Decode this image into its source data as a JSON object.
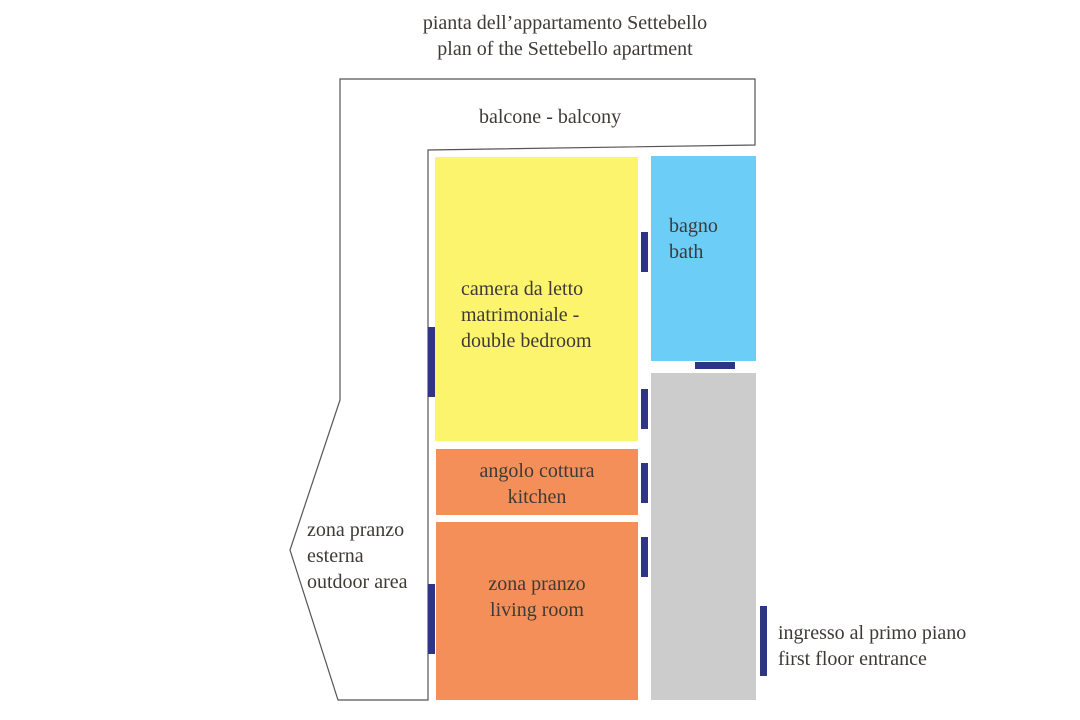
{
  "title": {
    "line1": "pianta dell’appartamento Settebello",
    "line2": "plan of the Settebello apartment"
  },
  "rooms": {
    "balcony": {
      "label": "balcone - balcony"
    },
    "bedroom": {
      "line1": "camera da letto",
      "line2": "matrimoniale -",
      "line3": "double bedroom",
      "color": "#fdf46e"
    },
    "bath": {
      "line1": "bagno",
      "line2": "bath",
      "color": "#6ccdf6"
    },
    "kitchen": {
      "line1": "angolo cottura",
      "line2": "kitchen",
      "color": "#f48f59"
    },
    "living": {
      "line1": "zona pranzo",
      "line2": "living room",
      "color": "#f48f59"
    },
    "hall": {
      "color": "#cccccc"
    },
    "outdoor": {
      "line1": "zona pranzo",
      "line2": "esterna",
      "line3": "outdoor area"
    },
    "entrance": {
      "line1": "ingresso al primo piano",
      "line2": "first floor entrance"
    }
  },
  "colors": {
    "door": "#2e3582",
    "outline": "#555555"
  }
}
